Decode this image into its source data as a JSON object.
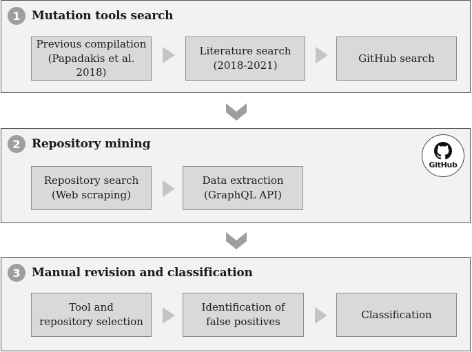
{
  "stages": [
    {
      "number": "1",
      "title": "Mutation tools search",
      "steps": [
        {
          "lines": [
            "Previous compilation",
            "(Papadakis et al. 2018)"
          ]
        },
        {
          "lines": [
            "Literature search",
            "(2018-2021)"
          ]
        },
        {
          "lines": [
            "GitHub search"
          ]
        }
      ]
    },
    {
      "number": "2",
      "title": "Repository mining",
      "logo_text": "GitHub",
      "logo_icon": "github-octocat-icon",
      "steps": [
        {
          "lines": [
            "Repository search",
            "(Web scraping)"
          ]
        },
        {
          "lines": [
            "Data extraction",
            "(GraphQL API)"
          ]
        }
      ]
    },
    {
      "number": "3",
      "title": "Manual revision and classification",
      "steps": [
        {
          "lines": [
            "Tool and",
            "repository selection"
          ]
        },
        {
          "lines": [
            "Identification of",
            "false positives"
          ]
        },
        {
          "lines": [
            "Classification"
          ]
        }
      ]
    }
  ],
  "colors": {
    "stage_fill": "#f2f2f2",
    "box_fill": "#d9d9d9",
    "badge": "#9e9e9e",
    "arrow": "#c4c4c4"
  }
}
